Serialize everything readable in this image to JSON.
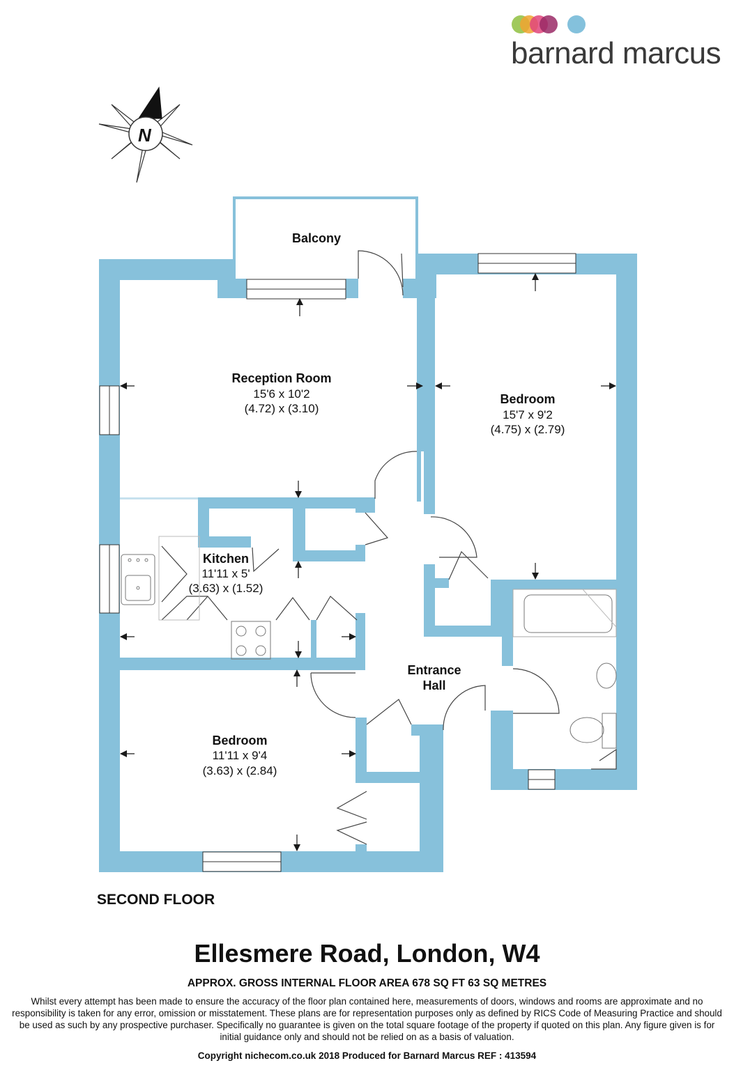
{
  "brand": {
    "name": "barnard marcus",
    "dot_colors": [
      "#8fbf3f",
      "#f0a530",
      "#e0457b",
      "#9a2a66",
      "#84c1dc"
    ]
  },
  "compass": {
    "label": "N"
  },
  "colors": {
    "wall": "#87c1db",
    "line": "#1a1a1a"
  },
  "rooms": {
    "balcony": {
      "name": "Balcony"
    },
    "reception": {
      "name": "Reception Room",
      "imperial": "15'6 x 10'2",
      "metric": "(4.72) x (3.10)"
    },
    "bedroom1": {
      "name": "Bedroom",
      "imperial": "15'7 x 9'2",
      "metric": "(4.75) x (2.79)"
    },
    "kitchen": {
      "name": "Kitchen",
      "imperial": "11'11 x 5'",
      "metric": "(3.63) x (1.52)"
    },
    "entrance": {
      "name_line1": "Entrance",
      "name_line2": "Hall"
    },
    "bedroom2": {
      "name": "Bedroom",
      "imperial": "11'11 x 9'4",
      "metric": "(3.63) x (2.84)"
    }
  },
  "floor_label": "SECOND FLOOR",
  "address": "Ellesmere Road, London, W4",
  "area_text": "APPROX. GROSS INTERNAL FLOOR AREA 678 SQ FT 63 SQ METRES",
  "disclaimer": "Whilst every attempt has been made to ensure the accuracy of the floor plan contained here, measurements of doors, windows and rooms are approximate and no responsibility is taken for any error, omission or misstatement. These plans are for representation purposes only as defined by RICS Code of Measuring Practice and should be used as such by any prospective purchaser.  Specifically no guarantee is given on the total square footage of the property if quoted on this plan. Any figure given is for initial guidance only and should not be relied on as a basis of valuation.",
  "credits": "Copyright nichecom.co.uk 2018    Produced for Barnard Marcus   REF : 413594"
}
